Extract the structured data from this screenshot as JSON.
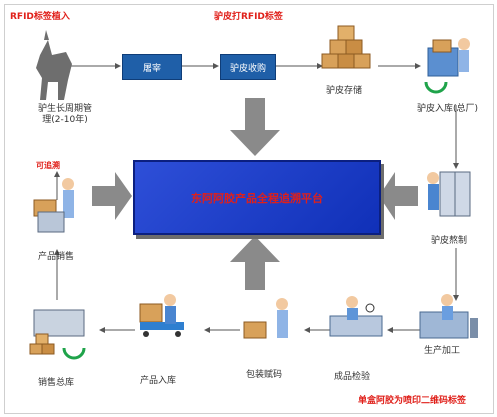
{
  "labels": {
    "rfid_top_left": "RFID标签植入",
    "rfid_top_mid": "驴皮打RFID标签",
    "cull_box": "屠宰",
    "hide_collect": "驴皮收购",
    "hide_storage": "驴皮存储",
    "hide_inbound": "驴皮入库(总厂)",
    "donkey_mgmt": "驴生长周期管理(2-10年)",
    "track": "可追溯",
    "hide_process": "驴皮熬制",
    "center_platform": "东阿阿胶产品全程追溯平台",
    "product_sale": "产品销售",
    "sales_warehouse": "销售总库",
    "product_store": "产品入库",
    "pack": "包装赋码",
    "qc": "成品检验",
    "produce": "生产加工",
    "footer_note": "单盒阿胶为喷印二维码标签"
  },
  "colors": {
    "accent_red": "#e0201a",
    "box_blue": "#1f5fa8",
    "platform_blue": "#1a3bc6",
    "arrow_gray": "#8a8a8a",
    "line_gray": "#555555"
  },
  "icons": [
    "donkey-icon",
    "boxes-stack-icon",
    "forklift-worker-icon",
    "worker-fridge-icon",
    "worker-machine-icon",
    "inspector-icon",
    "packing-worker-icon",
    "pallet-truck-icon",
    "warehouse-boxes-icon",
    "sales-worker-icon",
    "green-cycle-arrow-icon"
  ]
}
